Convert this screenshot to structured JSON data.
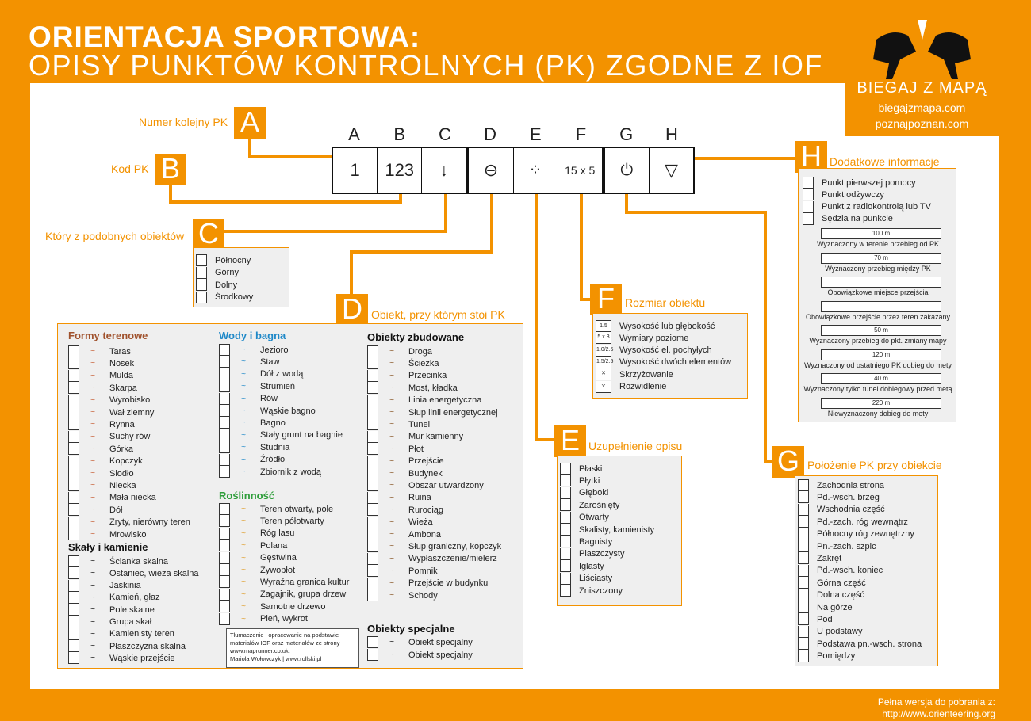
{
  "title": {
    "line1": "ORIENTACJA SPORTOWA:",
    "line2": "OPISY PUNKTÓW KONTROLNYCH (PK) ZGODNE Z IOF"
  },
  "logo": {
    "name": "BIEGAJ Z MAPĄ",
    "url1": "biegajzmapa.com",
    "url2": "poznajpoznan.com"
  },
  "table": {
    "headers": [
      "A",
      "B",
      "C",
      "D",
      "E",
      "F",
      "G",
      "H"
    ],
    "cells": [
      "1",
      "123",
      "↓",
      "⊖",
      "⁘",
      "15 x 5",
      "⏻",
      "▽"
    ]
  },
  "labels": {
    "A": "Numer kolejny PK",
    "B": "Kod PK",
    "C": "Który z podobnych obiektów",
    "D": "Obiekt, przy którym stoi PK",
    "E": "Uzupełnienie opisu",
    "F": "Rozmiar obiektu",
    "G": "Położenie PK przy obiekcie",
    "H": "Dodatkowe informacje"
  },
  "C_items": [
    "Północny",
    "Górny",
    "Dolny",
    "Środkowy"
  ],
  "D": {
    "formy_title": "Formy terenowe",
    "formy": [
      "Taras",
      "Nosek",
      "Mulda",
      "Skarpa",
      "Wyrobisko",
      "Wał ziemny",
      "Rynna",
      "Suchy rów",
      "Górka",
      "Kopczyk",
      "Siodło",
      "Niecka",
      "Mała niecka",
      "Dół",
      "Zryty, nierówny teren",
      "Mrowisko"
    ],
    "skaly_title": "Skały i kamienie",
    "skaly": [
      "Ścianka skalna",
      "Ostaniec, wieża skalna",
      "Jaskinia",
      "Kamień, głaz",
      "Pole skalne",
      "Grupa skał",
      "Kamienisty teren",
      "Płaszczyzna skalna",
      "Wąskie przejście"
    ],
    "wody_title": "Wody i bagna",
    "wody": [
      "Jezioro",
      "Staw",
      "Dół z wodą",
      "Strumień",
      "Rów",
      "Wąskie bagno",
      "Bagno",
      "Stały grunt na bagnie",
      "Studnia",
      "Źródło",
      "Zbiornik z wodą"
    ],
    "rosl_title": "Roślinność",
    "rosl": [
      "Teren otwarty, pole",
      "Teren półotwarty",
      "Róg lasu",
      "Polana",
      "Gęstwina",
      "Żywopłot",
      "Wyraźna granica kultur",
      "Zagajnik, grupa drzew",
      "Samotne drzewo",
      "Pień, wykrot"
    ],
    "zbud_title": "Obiekty zbudowane",
    "zbud": [
      "Droga",
      "Ścieżka",
      "Przecinka",
      "Most, kładka",
      "Linia energetyczna",
      "Słup linii energetycznej",
      "Tunel",
      "Mur kamienny",
      "Płot",
      "Przejście",
      "Budynek",
      "Obszar utwardzony",
      "Ruina",
      "Rurociąg",
      "Wieża",
      "Ambona",
      "Słup graniczny, kopczyk",
      "Wypłaszczenie/mielerz",
      "Pomnik",
      "Przejście w budynku",
      "Schody"
    ],
    "spec_title": "Obiekty specjalne",
    "spec": [
      "Obiekt specjalny",
      "Obiekt specjalny"
    ],
    "credits": [
      "Tłumaczenie i opracowanie na podstawie",
      "materiałów IOF oraz materiałów ze strony",
      "www.maprunner.co.uk:",
      "Mariola Wołowczyk | www.rollski.pl"
    ]
  },
  "E_items": [
    "Płaski",
    "Płytki",
    "Głęboki",
    "Zarośnięty",
    "Otwarty",
    "Skalisty, kamienisty",
    "Bagnisty",
    "Piaszczysty",
    "Iglasty",
    "Liściasty",
    "Zniszczony"
  ],
  "F_items": [
    "Wysokość lub głębokość",
    "Wymiary poziome",
    "Wysokość el. pochyłych",
    "Wysokość dwóch elementów",
    "Skrzyżowanie",
    "Rozwidlenie"
  ],
  "F_syms": [
    "1.5",
    "5 x 3",
    "1.0/2.5",
    "1.5/2.5",
    "✕",
    "⋎"
  ],
  "G_items": [
    "Zachodnia strona",
    "Pd.-wsch. brzeg",
    "Wschodnia część",
    "Pd.-zach. róg wewnątrz",
    "Północny róg zewnętrzny",
    "Pn.-zach. szpic",
    "Zakręt",
    "Pd.-wsch. koniec",
    "Górna część",
    "Dolna część",
    "Na górze",
    "Pod",
    "U podstawy",
    "Podstawa pn.-wsch. strona",
    "Pomiędzy"
  ],
  "H_items": [
    "Punkt pierwszej pomocy",
    "Punkt odżywczy",
    "Punkt z radiokontrolą lub TV",
    "Sędzia na punkcie"
  ],
  "H_routes": [
    {
      "dist": "100 m",
      "caption": "Wyznaczony w terenie przebieg od PK"
    },
    {
      "dist": "70 m",
      "caption": "Wyznaczony przebieg między PK"
    },
    {
      "dist": "",
      "caption": "Obowiązkowe miejsce przejścia"
    },
    {
      "dist": "",
      "caption": "Obowiązkowe przejście przez teren zakazany"
    },
    {
      "dist": "50 m",
      "caption": "Wyznaczony przebieg do pkt. zmiany mapy"
    },
    {
      "dist": "120 m",
      "caption": "Wyznaczony od ostatniego PK dobieg do mety"
    },
    {
      "dist": "40 m",
      "caption": "Wyznaczony tylko tunel dobiegowy przed metą"
    },
    {
      "dist": "220 m",
      "caption": "Niewyznaczony dobieg do mety"
    }
  ],
  "footer": {
    "line1": "Pełna wersja do pobrania z:",
    "line2": "http://www.orienteering.org"
  },
  "colors": {
    "orange": "#f39200",
    "brown": "#b5651d",
    "blue": "#1e88c8",
    "green": "#2e9e3a"
  }
}
